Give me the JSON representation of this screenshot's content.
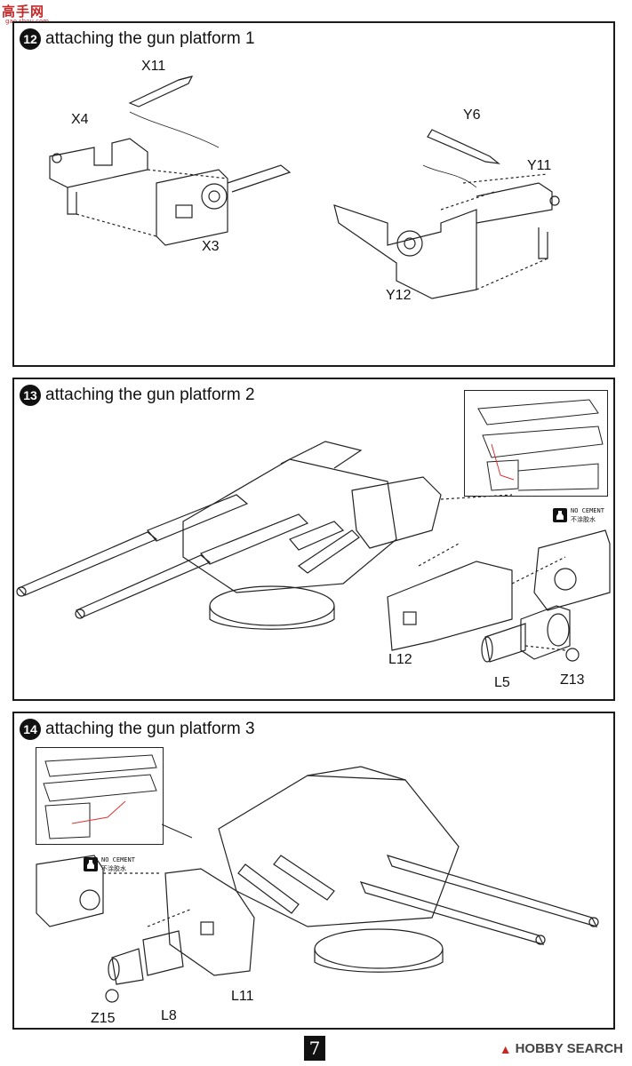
{
  "header_logo": {
    "text": "高手网",
    "url": "gao.shou.com"
  },
  "steps": [
    {
      "number": "12",
      "title": "attaching the gun platform 1",
      "labels": {
        "x11": "X11",
        "x4": "X4",
        "x3": "X3",
        "y6": "Y6",
        "y11": "Y11",
        "y12": "Y12"
      }
    },
    {
      "number": "13",
      "title": "attaching the gun platform 2",
      "labels": {
        "l12": "L12",
        "l5": "L5",
        "z13": "Z13"
      },
      "no_cement": {
        "en": "NO CEMENT",
        "zh": "不涂胶水"
      }
    },
    {
      "number": "14",
      "title": "attaching the gun platform 3",
      "labels": {
        "l11": "L11",
        "l8": "L8",
        "z15": "Z15"
      },
      "no_cement": {
        "en": "NO CEMENT",
        "zh": "不涂胶水"
      }
    }
  ],
  "page_number": "7",
  "watermark": {
    "brand": "HOBBY SEARCH",
    "mark_icon": "hobbysearch-logo-icon"
  }
}
